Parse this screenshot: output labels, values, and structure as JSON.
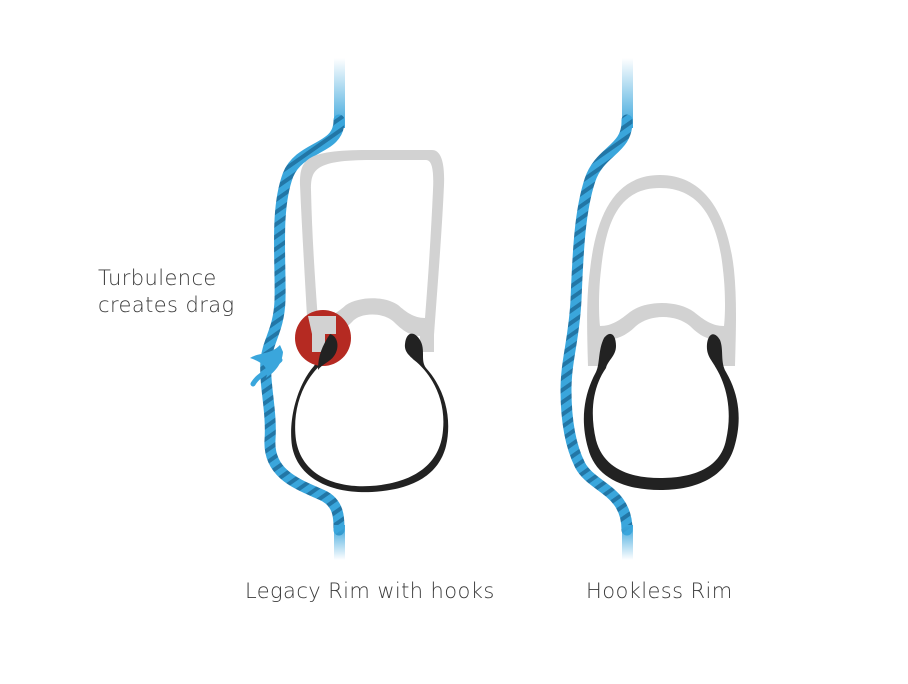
{
  "annotation": {
    "line1": "Turbulence",
    "line2": "creates drag"
  },
  "captions": {
    "legacy": "Legacy Rim with hooks",
    "hookless": "Hookless Rim"
  },
  "colors": {
    "airflow": "#3aa6dc",
    "airflow_light": "#a9d8f1",
    "rim": "#d2d2d2",
    "tire": "#222222",
    "turbulence_marker": "#b52a22",
    "text": "#3a3a3a"
  }
}
